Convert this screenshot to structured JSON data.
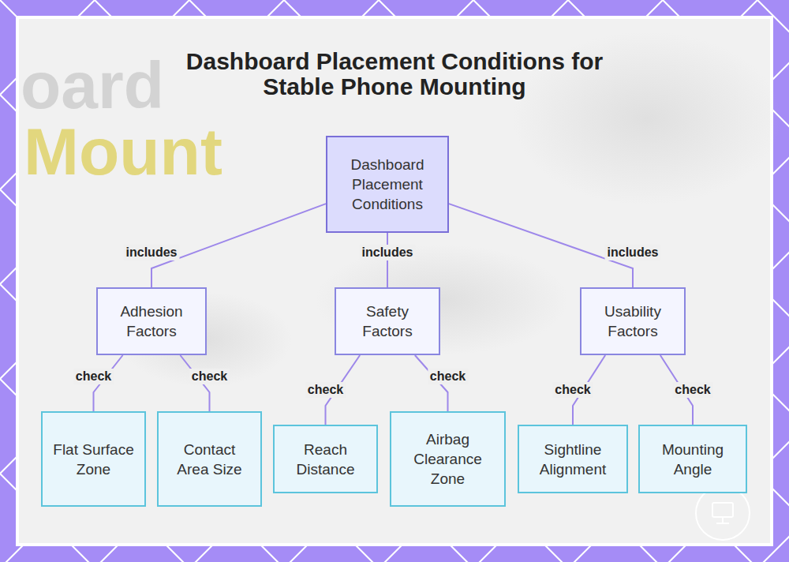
{
  "diagram": {
    "title": "Dashboard Placement Conditions for Stable Phone Mounting",
    "nodes": [
      {
        "text": [
          "Dashboard Placement Conditions"
        ]
      },
      {
        "text": [
          "Adhesion Factors"
        ]
      },
      {
        "text": [
          "Safety Factors"
        ]
      },
      {
        "text": [
          "Usability Factors"
        ]
      },
      {
        "text": [
          "Flat Surface Zone"
        ]
      },
      {
        "text": [
          "Contact Area Size"
        ]
      },
      {
        "text": [
          "Reach Distance"
        ]
      },
      {
        "text": [
          "Airbag Clearance Zone"
        ]
      },
      {
        "text": [
          "Sightline Alignment"
        ]
      },
      {
        "text": [
          "Mounting Angle"
        ]
      }
    ],
    "edges": [
      {
        "from": 0,
        "to": 1,
        "label": "includes",
        "arrow": "none"
      },
      {
        "from": 0,
        "to": 2,
        "label": "includes",
        "arrow": "none"
      },
      {
        "from": 0,
        "to": 3,
        "label": "includes",
        "arrow": "none"
      },
      {
        "from": 1,
        "to": 4,
        "label": "check",
        "arrow": "none"
      },
      {
        "from": 1,
        "to": 5,
        "label": "check",
        "arrow": "none"
      },
      {
        "from": 2,
        "to": 6,
        "label": "check",
        "arrow": "none"
      },
      {
        "from": 2,
        "to": 7,
        "label": "check",
        "arrow": "none"
      },
      {
        "from": 3,
        "to": 8,
        "label": "check",
        "arrow": "none"
      },
      {
        "from": 3,
        "to": 9,
        "label": "check",
        "arrow": "none"
      }
    ],
    "labels": [
      "oard",
      "Mount"
    ]
  }
}
